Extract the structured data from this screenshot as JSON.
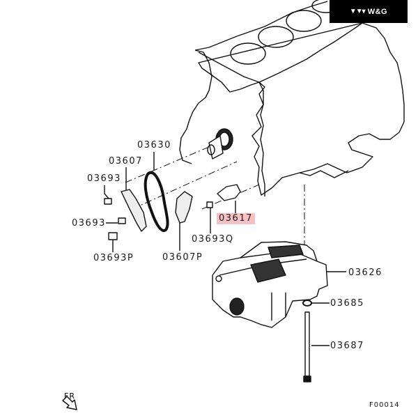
{
  "brand": {
    "logo_icon": "triple-triangle-logo-icon",
    "name": "W&G"
  },
  "diagram": {
    "title": "Timing chain / balancer assembly parts diagram",
    "figure_id": "F00014",
    "direction_label": "FR",
    "highlight_color": "#f6c1c4",
    "labels": [
      {
        "id": "03630",
        "text": "03630"
      },
      {
        "id": "03607",
        "text": "03607"
      },
      {
        "id": "03693-a",
        "text": "03693"
      },
      {
        "id": "03693-b",
        "text": "03693"
      },
      {
        "id": "03693P",
        "text": "03693P"
      },
      {
        "id": "03607P",
        "text": "03607P"
      },
      {
        "id": "03617",
        "text": "03617",
        "highlighted": true
      },
      {
        "id": "03693Q",
        "text": "03693Q"
      },
      {
        "id": "03626",
        "text": "03626"
      },
      {
        "id": "03685",
        "text": "03685"
      },
      {
        "id": "03687",
        "text": "03687"
      }
    ]
  }
}
